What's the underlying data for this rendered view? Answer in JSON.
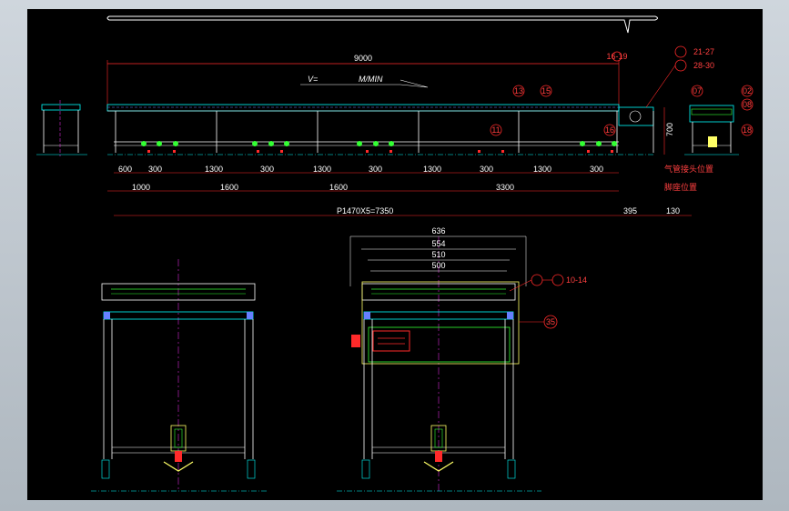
{
  "drawing": {
    "top_view": {
      "overall_length": "9000",
      "speed_label": "V=",
      "speed_unit": "M/MIN",
      "height": "700",
      "segments_row1": [
        "600",
        "300",
        "1300",
        "300",
        "1300",
        "300",
        "1300",
        "300",
        "1300",
        "300"
      ],
      "row1_note": "气管接头位置",
      "segments_row2": [
        "1000",
        "1600",
        "1600",
        "3300"
      ],
      "row2_note": "脚座位置",
      "pitch_total": "P1470X5=7350",
      "end_dim_1": "395",
      "end_dim_2": "130"
    },
    "callouts": {
      "c_16_19": "16-19",
      "c_21_27": "21-27",
      "c_28_30": "28-30",
      "c_13": "13",
      "c_15": "15",
      "c_11": "11",
      "c_16": "16",
      "c_07": "07",
      "c_02": "02",
      "c_08": "08",
      "c_18": "18",
      "c_10_14": "10-14",
      "c_35": "35"
    },
    "end_view": {
      "widths": [
        "636",
        "554",
        "510",
        "500"
      ]
    }
  }
}
